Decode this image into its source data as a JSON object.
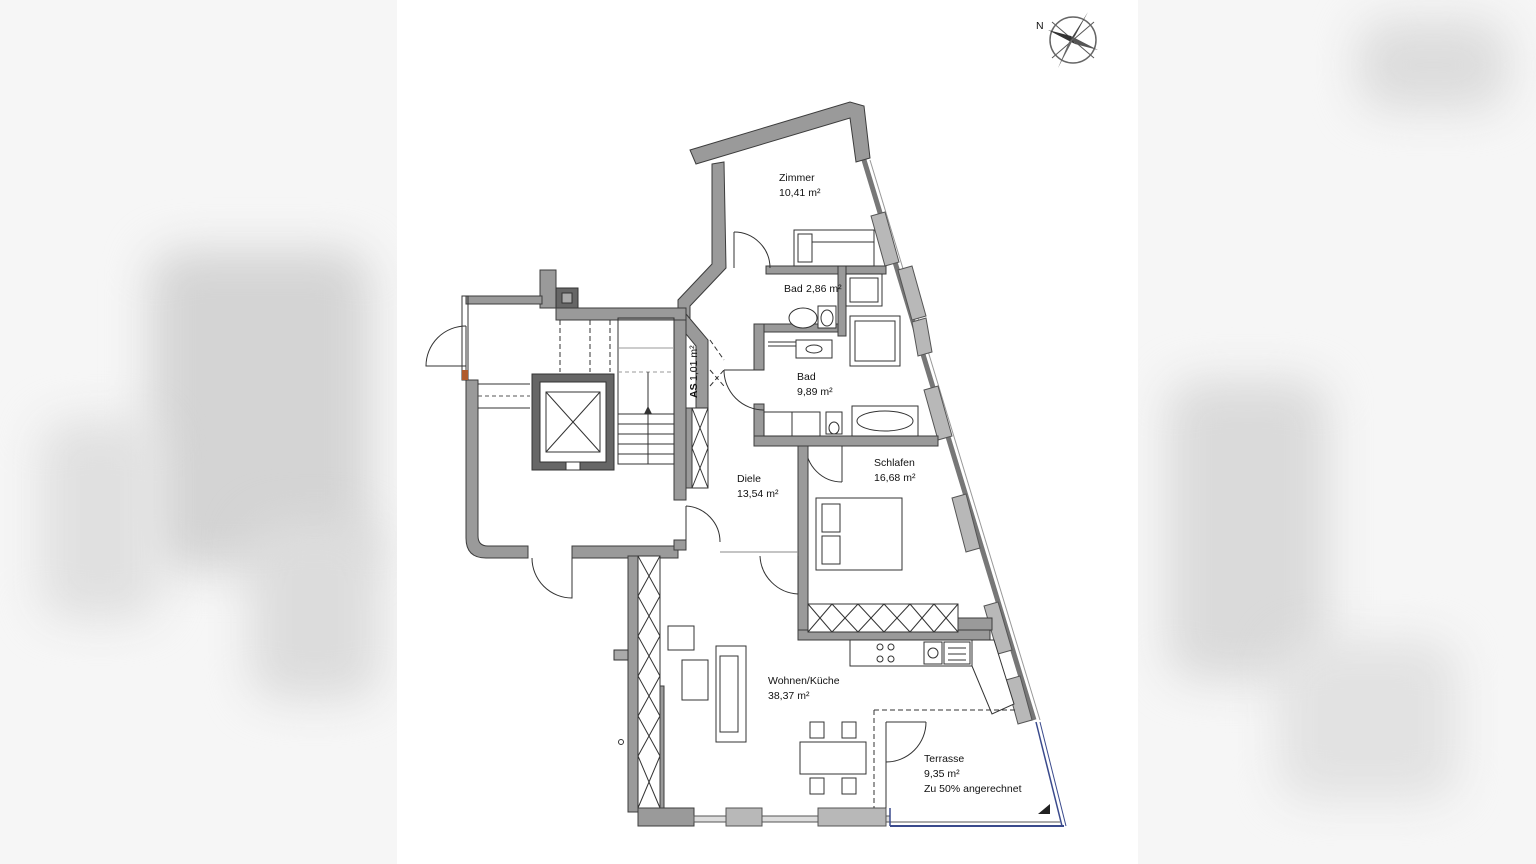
{
  "plan": {
    "rooms": [
      {
        "id": "zimmer",
        "name": "Zimmer",
        "area": "10,41 m²"
      },
      {
        "id": "bad-small",
        "name": "Bad",
        "area": "2,86 m²"
      },
      {
        "id": "bad",
        "name": "Bad",
        "area": "9,89 m²"
      },
      {
        "id": "as",
        "name": "AS",
        "area": "1,01 m²"
      },
      {
        "id": "diele",
        "name": "Diele",
        "area": "13,54 m²"
      },
      {
        "id": "schlafen",
        "name": "Schlafen",
        "area": "16,68 m²"
      },
      {
        "id": "wohnen",
        "name": "Wohnen/Küche",
        "area": "38,37 m²"
      },
      {
        "id": "terrasse",
        "name": "Terrasse",
        "area": "9,35 m²",
        "note": "Zu 50% angerechnet"
      }
    ],
    "compass_label": "N",
    "colors": {
      "wall": "#9a9a9a",
      "wall_outline": "#3c3c3c",
      "window_glass": "#3a4a8c",
      "background": "#ffffff"
    }
  }
}
